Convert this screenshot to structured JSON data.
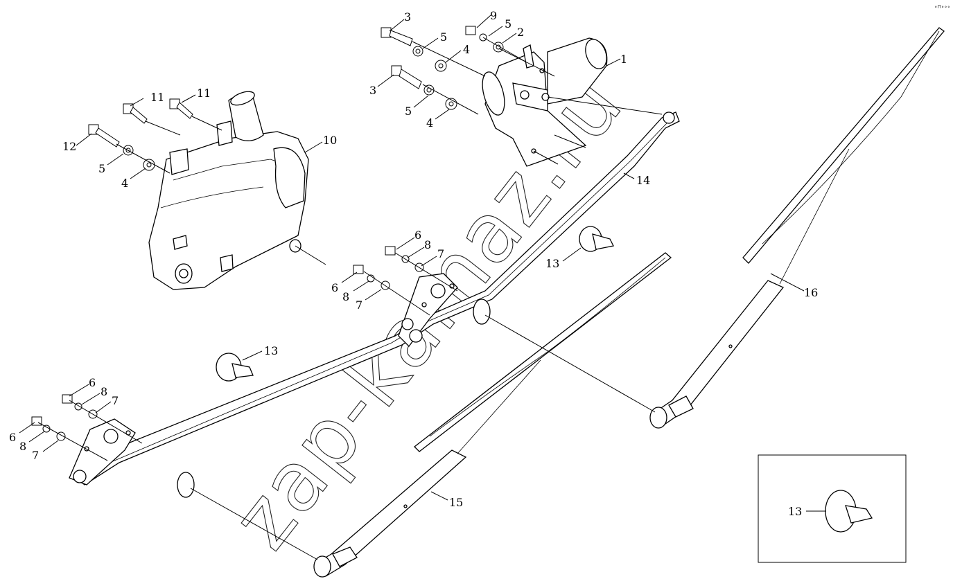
{
  "corner_mark": "∘⊓∘∘∘",
  "watermark": "zap-kamaz.ru",
  "callouts": {
    "c1": "1",
    "c2": "2",
    "c3a": "3",
    "c3b": "3",
    "c4a": "4",
    "c4b": "4",
    "c4c": "4",
    "c5a": "5",
    "c5b": "5",
    "c5c": "5",
    "c5d": "5",
    "c6a": "6",
    "c6b": "6",
    "c6c": "6",
    "c6d": "6",
    "c7a": "7",
    "c7b": "7",
    "c7c": "7",
    "c7d": "7",
    "c8a": "8",
    "c8b": "8",
    "c8c": "8",
    "c8d": "8",
    "c9": "9",
    "c10": "10",
    "c11a": "11",
    "c11b": "11",
    "c12": "12",
    "c13a": "13",
    "c13b": "13",
    "c13c": "13",
    "c14": "14",
    "c15": "15",
    "c16": "16"
  }
}
